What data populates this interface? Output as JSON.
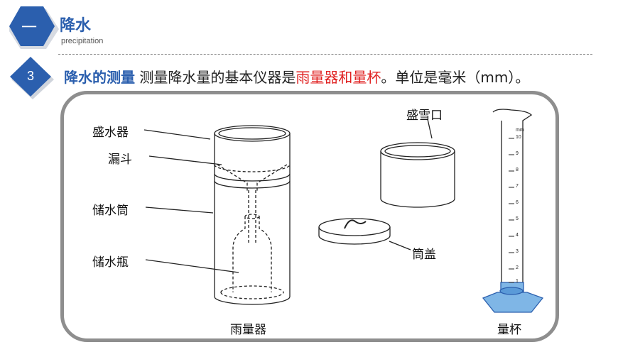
{
  "section": {
    "number": "一",
    "title": "降水",
    "subtitle": "precipitation"
  },
  "item": {
    "number": "3",
    "keyword": "降水的测量",
    "text_before": "测量降水量的基本仪器是",
    "highlight": "雨量器和量杯",
    "text_after": "。单位是毫米（mm）。"
  },
  "figure": {
    "labels": {
      "sheng_shui_qi": "盛水器",
      "lou_dou": "漏斗",
      "chu_shui_tong": "储水筒",
      "chu_shui_ping": "储水瓶",
      "yu_liang_qi": "雨量器",
      "sheng_xue_kou": "盛雪口",
      "tong_gai": "筒盖",
      "liang_bei": "量杯",
      "unit_mark": "mm"
    },
    "scale_numbers": [
      "10",
      "9",
      "8",
      "7",
      "6",
      "5",
      "4",
      "3",
      "2",
      "1"
    ]
  },
  "colors": {
    "brand_blue": "#2b5fae",
    "highlight_red": "#e02020",
    "cylinder_blue": "#7fb6e6"
  }
}
